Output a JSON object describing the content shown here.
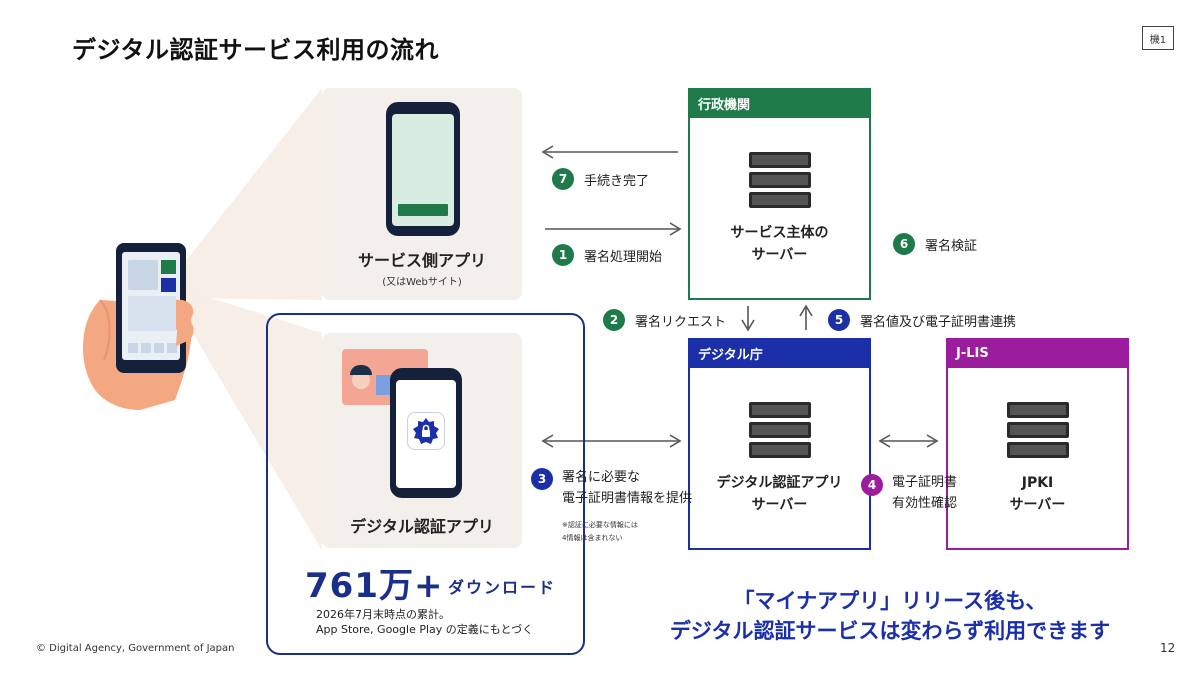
{
  "page": {
    "title": "デジタル認証サービス利用の流れ",
    "tag": "機1",
    "copyright": "© Digital Agency, Government of Japan",
    "page_number": "12"
  },
  "service_app": {
    "label": "サービス側アプリ",
    "sublabel": "(又はWebサイト)"
  },
  "auth_app": {
    "label": "デジタル認証アプリ",
    "downloads_count": "761万+",
    "downloads_label": "ダウンロード",
    "note_line1": "2026年7月末時点の累計。",
    "note_line2": "App Store, Google Play の定義にもとづく"
  },
  "boxes": {
    "gov": {
      "header": "行政機関",
      "label_line1": "サービス主体の",
      "label_line2": "サーバー",
      "color": "#1f7a4a"
    },
    "digital": {
      "header": "デジタル庁",
      "label_line1": "デジタル認証アプリ",
      "label_line2": "サーバー",
      "color": "#1a2fa8"
    },
    "jlis": {
      "header": "J-LIS",
      "label_line1": "JPKI",
      "label_line2": "サーバー",
      "color": "#9c1c9e"
    }
  },
  "steps": [
    {
      "num": "1",
      "label": "署名処理開始"
    },
    {
      "num": "2",
      "label": "署名リクエスト"
    },
    {
      "num": "3",
      "label_line1": "署名に必要な",
      "label_line2": "電子証明書情報を提供"
    },
    {
      "num": "4",
      "label_line1": "電子証明書",
      "label_line2": "有効性確認"
    },
    {
      "num": "5",
      "label": "署名値及び電子証明書連携"
    },
    {
      "num": "6",
      "label": "署名検証"
    },
    {
      "num": "7",
      "label": "手続き完了"
    }
  ],
  "step3_note": {
    "line1": "※認証に必要な情報には",
    "line2": "4情報は含まれない"
  },
  "message": {
    "line1": "「マイナアプリ」リリース後も、",
    "line2": "デジタル認証サービスは変わらず利用できます"
  }
}
